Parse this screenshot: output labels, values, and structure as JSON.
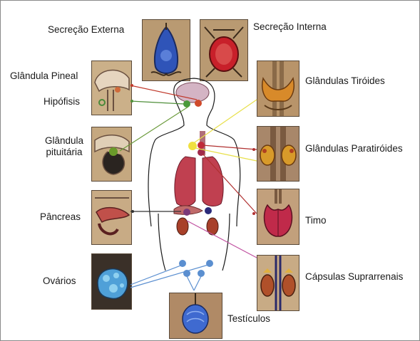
{
  "labels": {
    "secrecao_externa": "Secreção Externa",
    "secrecao_interna": "Secreção Interna",
    "glandula_pineal": "Glândula Pineal",
    "hipofisis": "Hipófisis",
    "glandula_pituitaria_l1": "Glândula",
    "glandula_pituitaria_l2": "pituitária",
    "pancreas": "Pâncreas",
    "ovarios": "Ovários",
    "glandulas_tiroides": "Glândulas Tiróides",
    "glandulas_paratiroides": "Glândulas Paratiróides",
    "timo": "Timo",
    "capsulas_suprarrenais": "Cápsulas Suprarrenais",
    "testiculos": "Testículos"
  },
  "colors": {
    "pineal_line": "#c0392b",
    "hipofisis_line": "#4f8f3a",
    "pituitaria_line": "#6a9a3a",
    "tiroides_line": "#e8e04a",
    "paratiroides_line": "#b03030",
    "timo_line": "#b03030",
    "pancreas_line": "#333333",
    "suprarrenal_line": "#c050a0",
    "ovarios_line": "#5b8fd0",
    "testiculos_line": "#5b8fd0"
  }
}
